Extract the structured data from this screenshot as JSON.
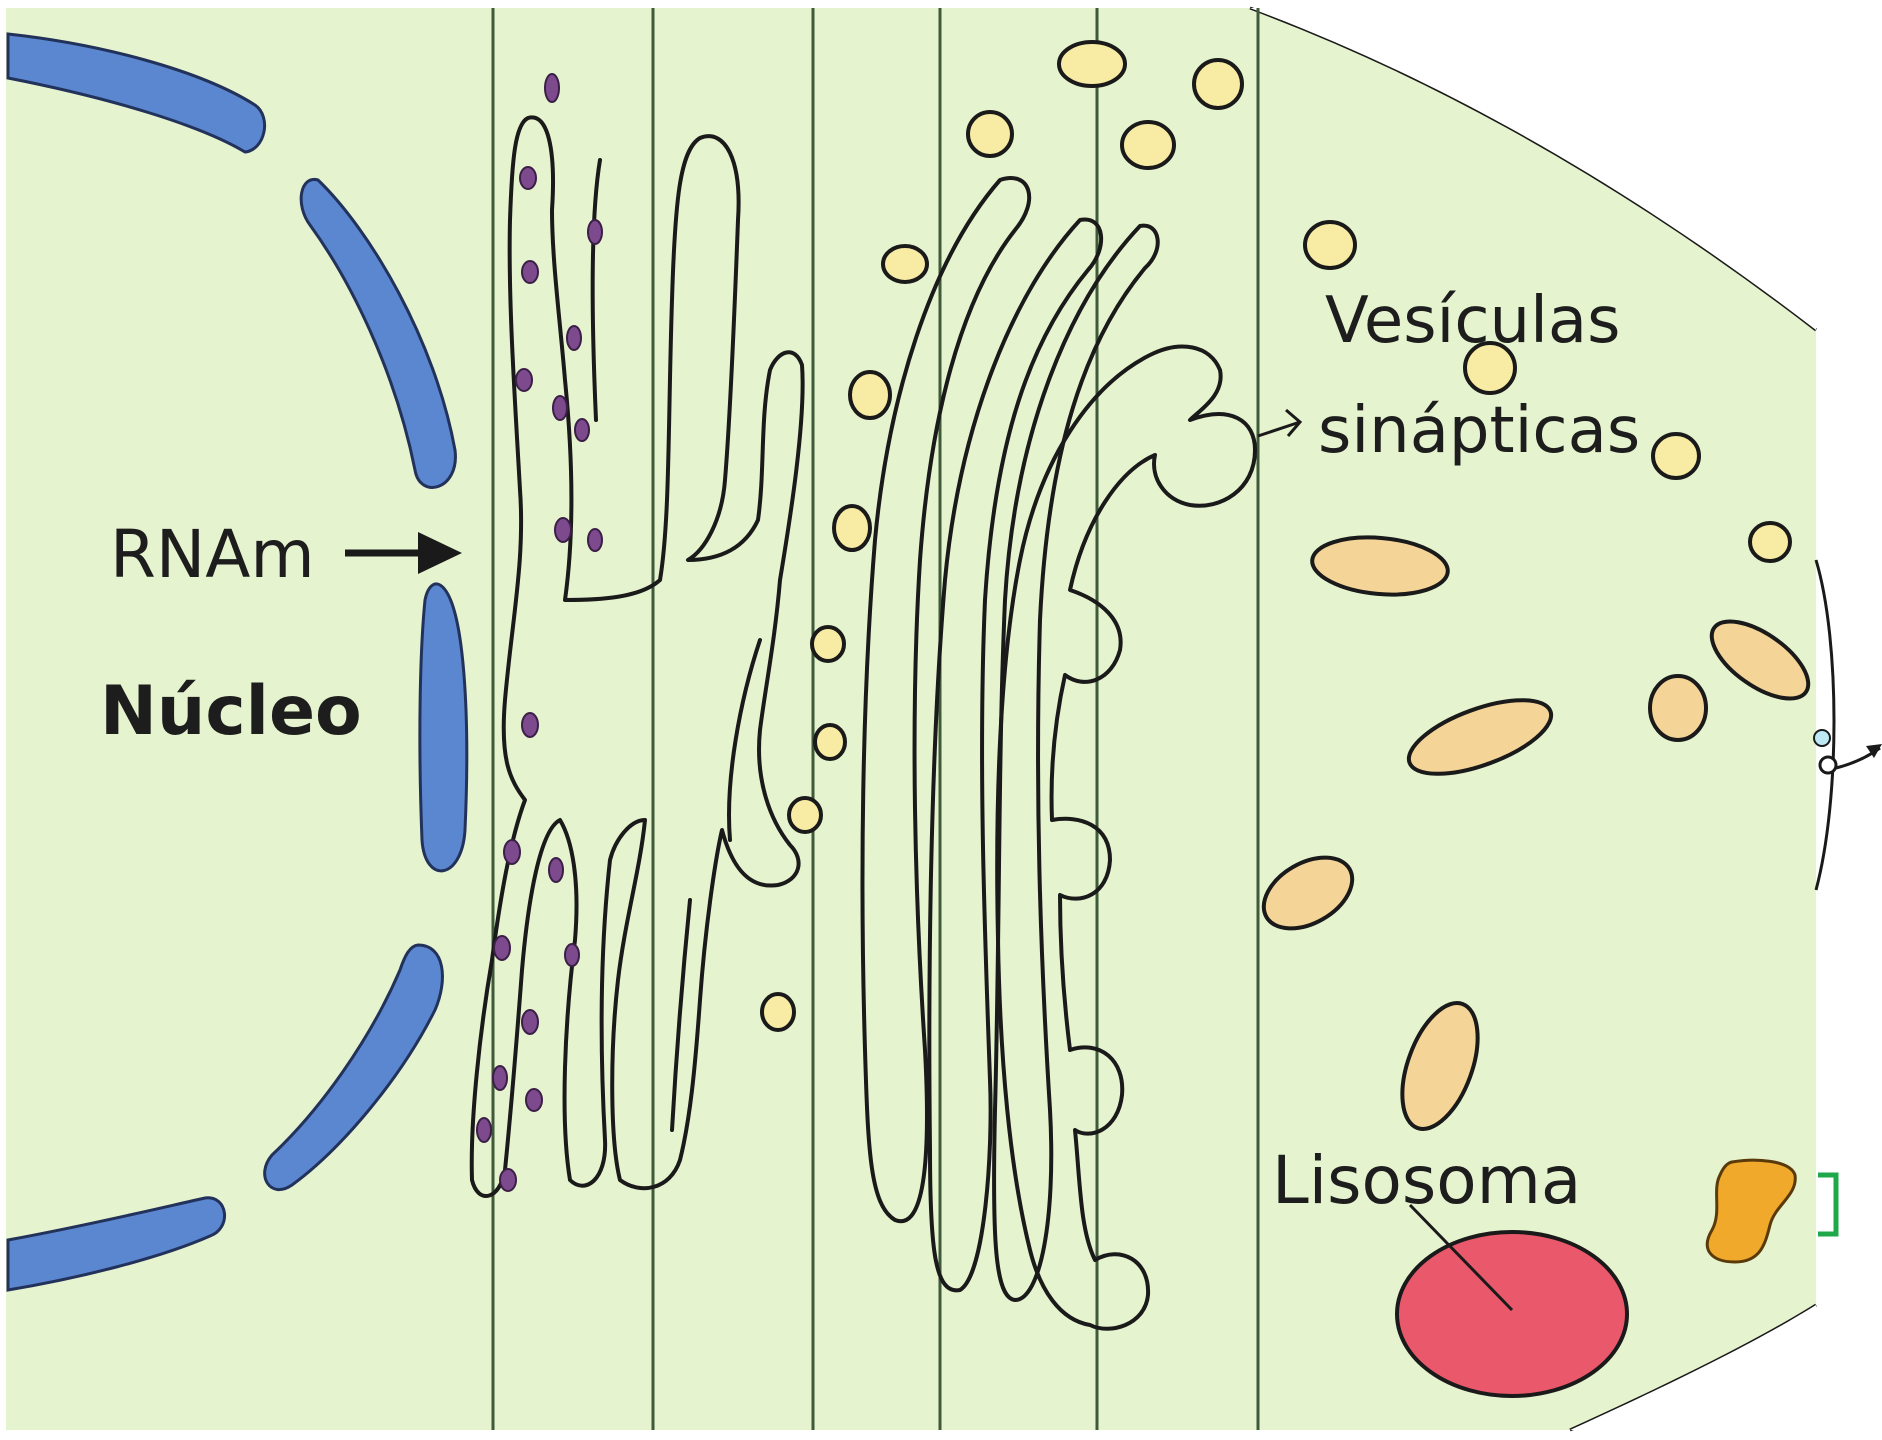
{
  "labels": {
    "rnam": "RNAm",
    "nucleo": "Núcleo",
    "vesiculas_line1": "Vesículas",
    "vesiculas_line2": "sinápticas",
    "lisosoma": "Lisosoma"
  },
  "colors": {
    "background": "#e6f3cf",
    "nuclear_envelope": "#5b86d0",
    "rough_er": "#f8eca4",
    "ribosome": "#7d4a8e",
    "golgi_mature": "#f5d498",
    "lysosome": "#e9586b",
    "secretion_particle": "#f0a92a",
    "bracket": "#1fa84a",
    "zone_line": "#3f5a3a"
  }
}
